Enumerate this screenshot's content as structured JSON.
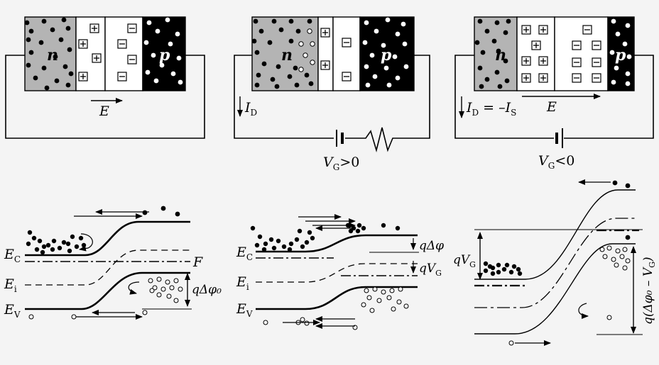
{
  "panels": [
    {
      "id": "equilibrium",
      "n_label": "n",
      "p_label": "p",
      "field_label": "E",
      "current_label": "",
      "current_sub": "",
      "current_eq": "",
      "current_rhs_sub": "",
      "bias_label": "",
      "bias_sub": "",
      "bias_rel": ""
    },
    {
      "id": "forward-bias",
      "n_label": "n",
      "p_label": "p",
      "field_label": "",
      "current_label": "I",
      "current_sub": "D",
      "current_eq": "",
      "current_rhs_sub": "",
      "bias_label": "V",
      "bias_sub": "G",
      "bias_rel": ">0"
    },
    {
      "id": "reverse-bias",
      "n_label": "n",
      "p_label": "p",
      "field_label": "E",
      "current_label": "I",
      "current_sub": "D",
      "current_eq": " = –I",
      "current_rhs_sub": "S",
      "bias_label": "V",
      "bias_sub": "G",
      "bias_rel": "<0"
    }
  ],
  "band_labels": {
    "ec": "E",
    "ec_sub": "C",
    "ei": "E",
    "ei_sub": "i",
    "ev": "E",
    "ev_sub": "V",
    "fermi": "F",
    "barrier_eq": "qΔφ₀",
    "delta_phi": "qΔφ",
    "qvg": "qV",
    "qvg_sub": "G",
    "barrier_rev": "q(Δφ₀ – V",
    "barrier_rev_sub": "G",
    "barrier_rev_close": ")"
  },
  "colors": {
    "n_region": "#b4b4b4",
    "p_region": "#000000",
    "line": "#000000",
    "background": "#f4f4f4"
  }
}
